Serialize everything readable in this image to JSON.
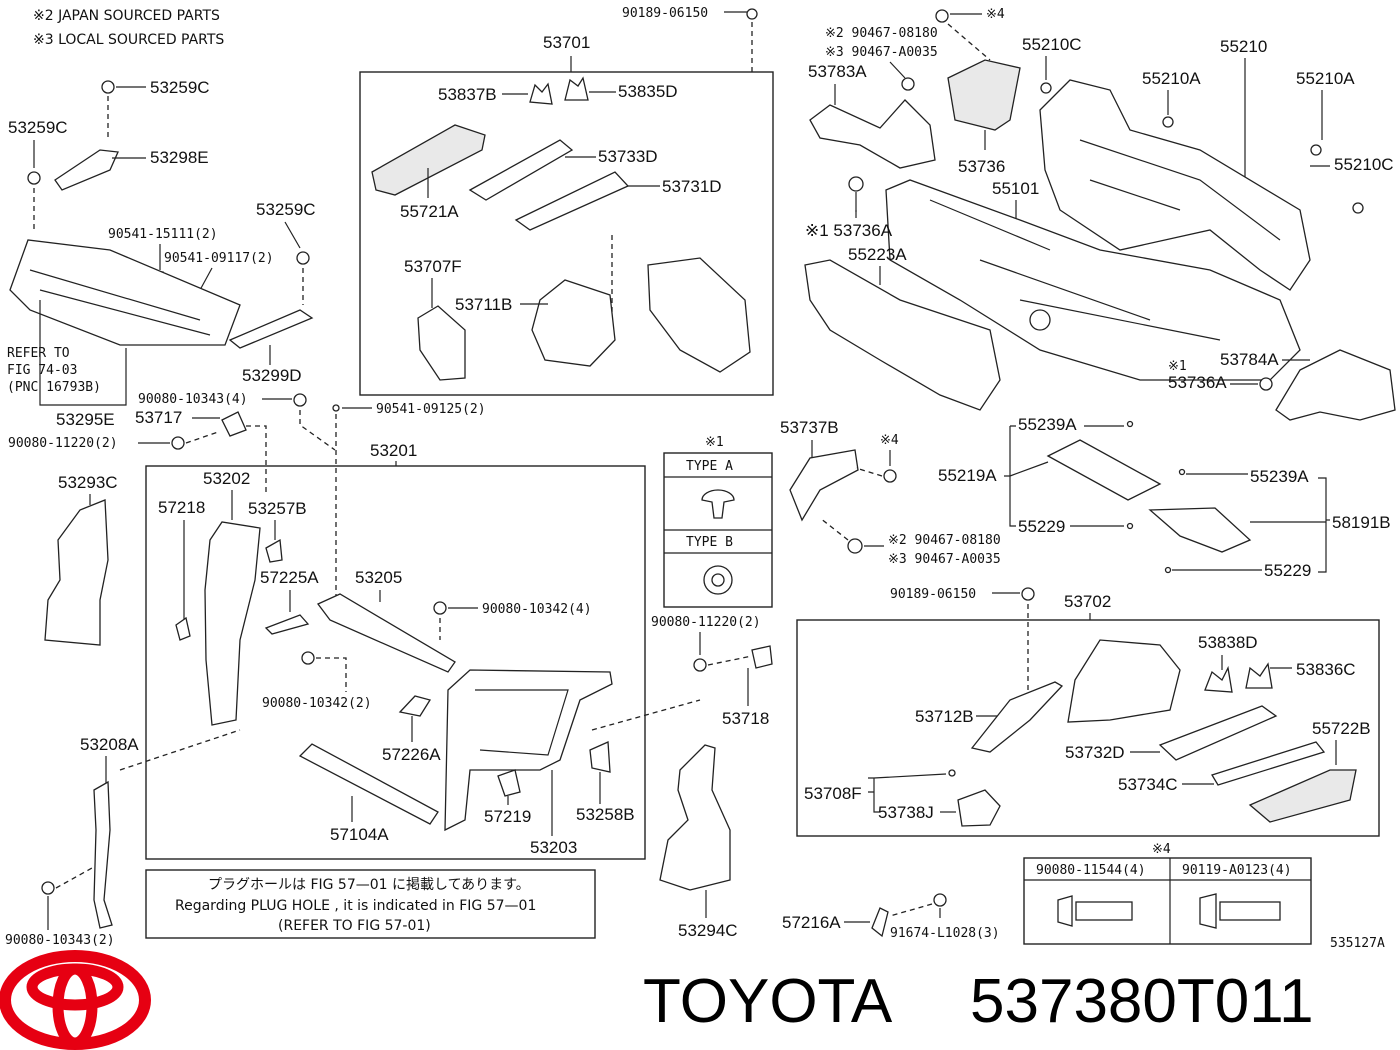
{
  "notes": {
    "japan": "※2 JAPAN SOURCED PARTS",
    "local": "※3 LOCAL SOURCED PARTS"
  },
  "labels": {
    "l53701": "53701",
    "l53837B": "53837B",
    "l53835D": "53835D",
    "l53733D": "53733D",
    "l55721A": "55721A",
    "l53731D": "53731D",
    "l53707F": "53707F",
    "l53711B": "53711B",
    "l90189a": "90189-06150",
    "l53259Ca": "53259C",
    "l53259Cb": "53259C",
    "l53298E": "53298E",
    "l53259Cc": "53259C",
    "l90541a": "90541-15111(2)",
    "l90541b": "90541-09117(2)",
    "refer1": "REFER TO",
    "refer2": "FIG 74-03",
    "refer3": "(PNC 16793B)",
    "l53299D": "53299D",
    "l53295E": "53295E",
    "l90080a": "90080-10343(4)",
    "l90541c": "90541-09125(2)",
    "l53717": "53717",
    "l90080b": "90080-11220(2)",
    "l53201": "53201",
    "l53293C": "53293C",
    "l53202": "53202",
    "l57218": "57218",
    "l53257B": "53257B",
    "l57225A": "57225A",
    "l53205": "53205",
    "l90080c": "90080-10342(4)",
    "l90080d": "90080-10342(2)",
    "l57226A": "57226A",
    "l53208A": "53208A",
    "l57104A": "57104A",
    "l57219": "57219",
    "l53258B": "53258B",
    "l53203": "53203",
    "l90080e": "90080-10343(2)",
    "l53783A": "53783A",
    "l90467a": "※2  90467-08180",
    "l90467b": "※3  90467-A0035",
    "s4a": "※4",
    "l55210C": "55210C",
    "l55210": "55210",
    "l55210Aa": "55210A",
    "l55210Ab": "55210A",
    "l55210Cb": "55210C",
    "l53736": "53736",
    "l55101": "55101",
    "l53736A": "※1 53736A",
    "l55223A": "55223A",
    "l53784A": "53784A",
    "s1b": "※1",
    "l53736Ab": "53736A",
    "l53737B": "53737B",
    "s1": "※1",
    "s4b": "※4",
    "typeA": "TYPE A",
    "typeB": "TYPE B",
    "l90467c": "※2  90467-08180",
    "l90467d": "※3  90467-A0035",
    "l55239Aa": "55239A",
    "l55219A": "55219A",
    "l55229a": "55229",
    "l55239Ab": "55239A",
    "l58191B": "58191B",
    "l55229b": "55229",
    "l90189b": "90189-06150",
    "l53702": "53702",
    "l90080f": "90080-11220(2)",
    "l53718": "53718",
    "l53838D": "53838D",
    "l53836C": "53836C",
    "l53712B": "53712B",
    "l55722B": "55722B",
    "l53732D": "53732D",
    "l53734C": "53734C",
    "l53708F": "53708F",
    "l53738J": "53738J",
    "l53294C": "53294C",
    "s4c": "※4",
    "l90080g": "90080-11544(4)",
    "l90119": "90119-A0123(4)",
    "l57216A": "57216A",
    "l91674": "91674-L1028(3)",
    "fig": "535127A",
    "plug1": "プラグホールは FIG 57—01 に掲載してあります。",
    "plug2": "Regarding  PLUG  HOLE , it is indicated in FIG  57—01",
    "plug3": "(REFER  TO  FIG 57-01)"
  },
  "footer": {
    "brand": "TOYOTA",
    "part_number": "537380T011",
    "brand_color": "#e60012"
  }
}
